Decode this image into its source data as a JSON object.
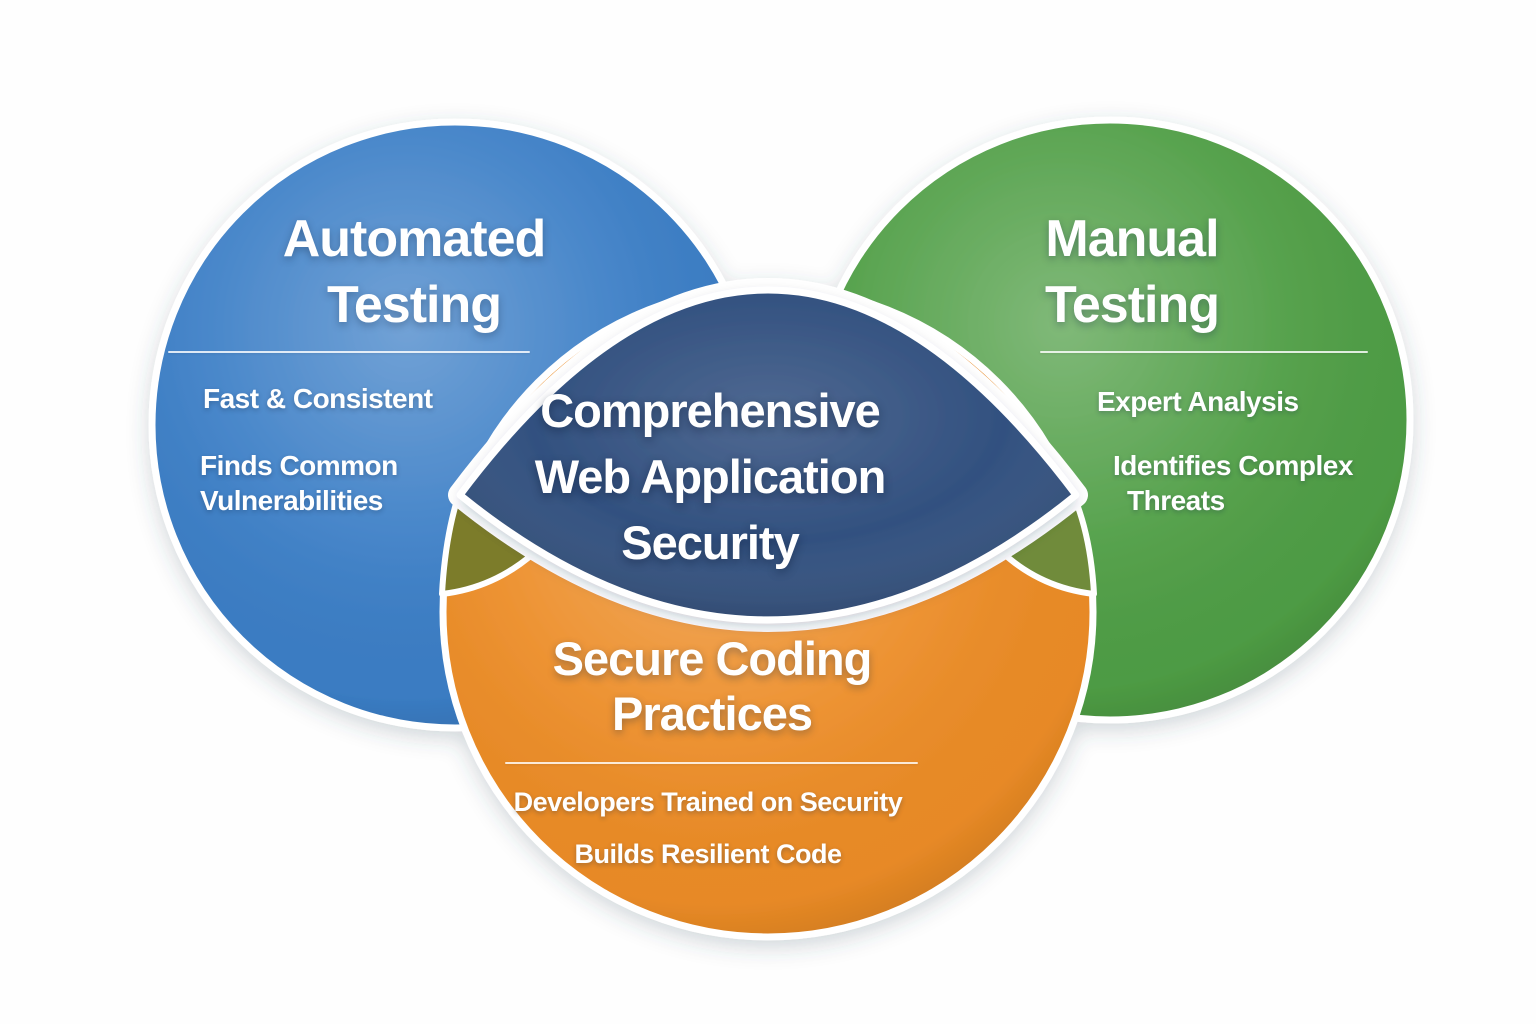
{
  "venn": {
    "background": "#fefefe",
    "stroke_color": "#ffffff",
    "sets": {
      "automated": {
        "title_line1": "Automated",
        "title_line2": "Testing",
        "bullet1": "Fast & Consistent",
        "bullet2_line1": "Finds Common",
        "bullet2_line2": "Vulnerabilities",
        "color": "#3b7ec6"
      },
      "manual": {
        "title_line1": "Manual",
        "title_line2": "Testing",
        "bullet1": "Expert Analysis",
        "bullet2_line1": "Identifies Complex",
        "bullet2_line2": "Threats",
        "color": "#4f9e45"
      },
      "secure_coding": {
        "title_line1": "Secure Coding",
        "title_line2": "Practices",
        "bullet1": "Developers Trained on Security",
        "bullet2": "Builds Resilient Code",
        "color": "#ec8c26"
      }
    },
    "intersection": {
      "line1": "Comprehensive",
      "line2": "Web Application",
      "line3": "Security",
      "color": "#2d4e7d"
    },
    "overlap_colors": {
      "automated_secure": "#7b7b2b",
      "manual_secure": "#6f8b3a"
    }
  }
}
